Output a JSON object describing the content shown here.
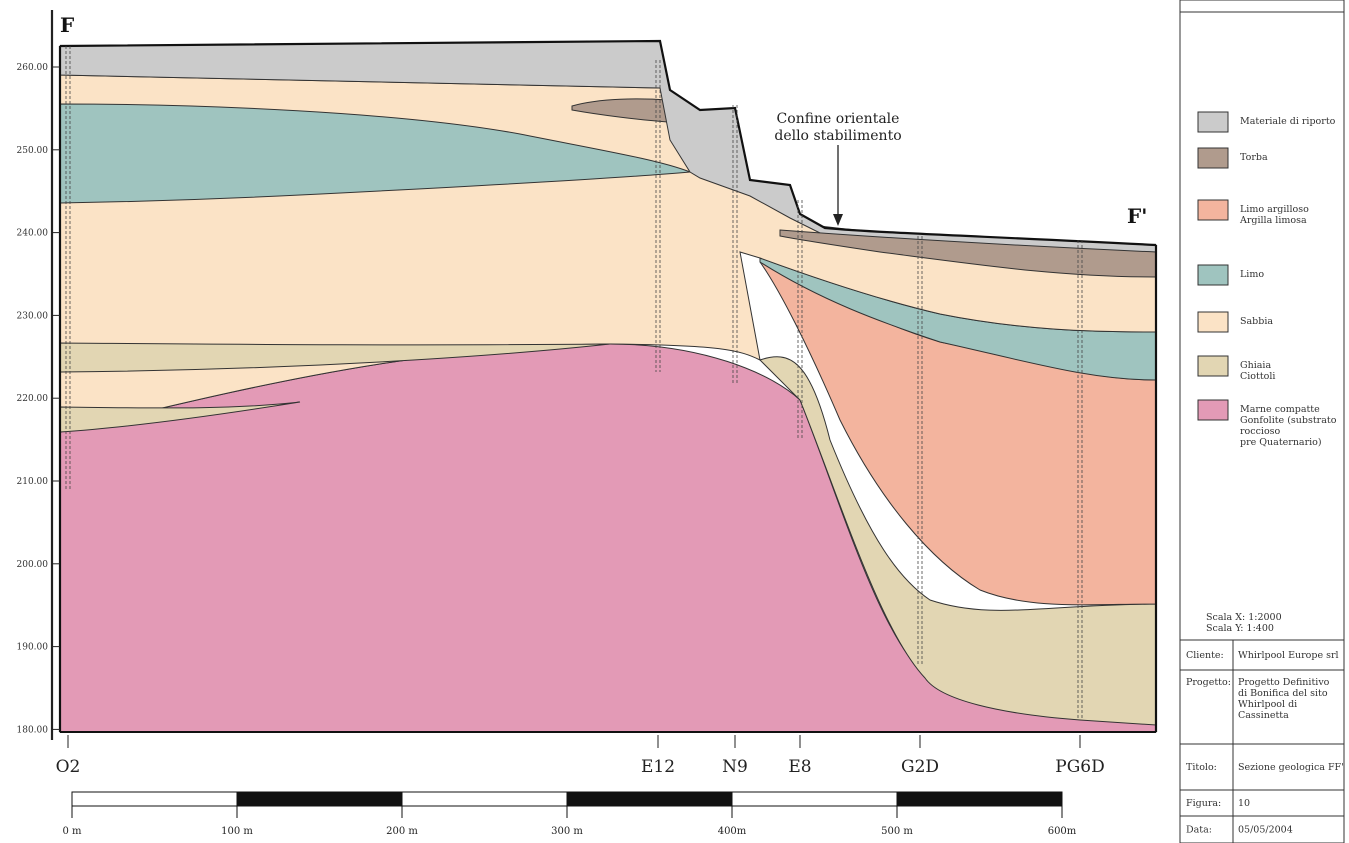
{
  "section": {
    "start_label": "F",
    "end_label": "F'",
    "annotation": [
      "Confine orientale",
      "dello stabilimento"
    ]
  },
  "elevation_axis": {
    "labels": [
      "260.00",
      "250.00",
      "240.00",
      "230.00",
      "220.00",
      "210.00",
      "200.00",
      "190.00",
      "180.00"
    ]
  },
  "wells": [
    "O2",
    "E12",
    "N9",
    "E8",
    "G2D",
    "PG6D"
  ],
  "distance_scale": {
    "labels": [
      "0 m",
      "100 m",
      "200 m",
      "300 m",
      "400m",
      "500 m",
      "600m"
    ]
  },
  "legend": [
    {
      "label": [
        "Materiale di riporto"
      ],
      "color": "#cbcbcb"
    },
    {
      "label": [
        "Torba"
      ],
      "color": "#b09b8d"
    },
    {
      "label": [
        "Limo argilloso",
        "Argilla limosa"
      ],
      "color": "#f3b49e"
    },
    {
      "label": [
        "Limo"
      ],
      "color": "#9fc4bf"
    },
    {
      "label": [
        "Sabbia"
      ],
      "color": "#fbe3c6"
    },
    {
      "label": [
        "Ghiaia",
        "Ciottoli"
      ],
      "color": "#e2d6b3"
    },
    {
      "label": [
        "Marne compatte",
        "Gonfolite (substrato",
        "roccioso",
        "pre Quaternario)"
      ],
      "color": "#e39ab6"
    }
  ],
  "scales": [
    "Scala X: 1:2000",
    "Scala Y: 1:400"
  ],
  "title_block": [
    {
      "key": "Cliente:",
      "value": [
        "Whirlpool Europe srl"
      ]
    },
    {
      "key": "Progetto:",
      "value": [
        "Progetto Definitivo",
        "di Bonifica del sito",
        "Whirlpool di",
        "Cassinetta"
      ]
    },
    {
      "key": "Titolo:",
      "value": [
        "Sezione geologica FF'"
      ]
    },
    {
      "key": "Figura:",
      "value": [
        "10"
      ]
    },
    {
      "key": "Data:",
      "value": [
        "05/05/2004"
      ]
    }
  ]
}
